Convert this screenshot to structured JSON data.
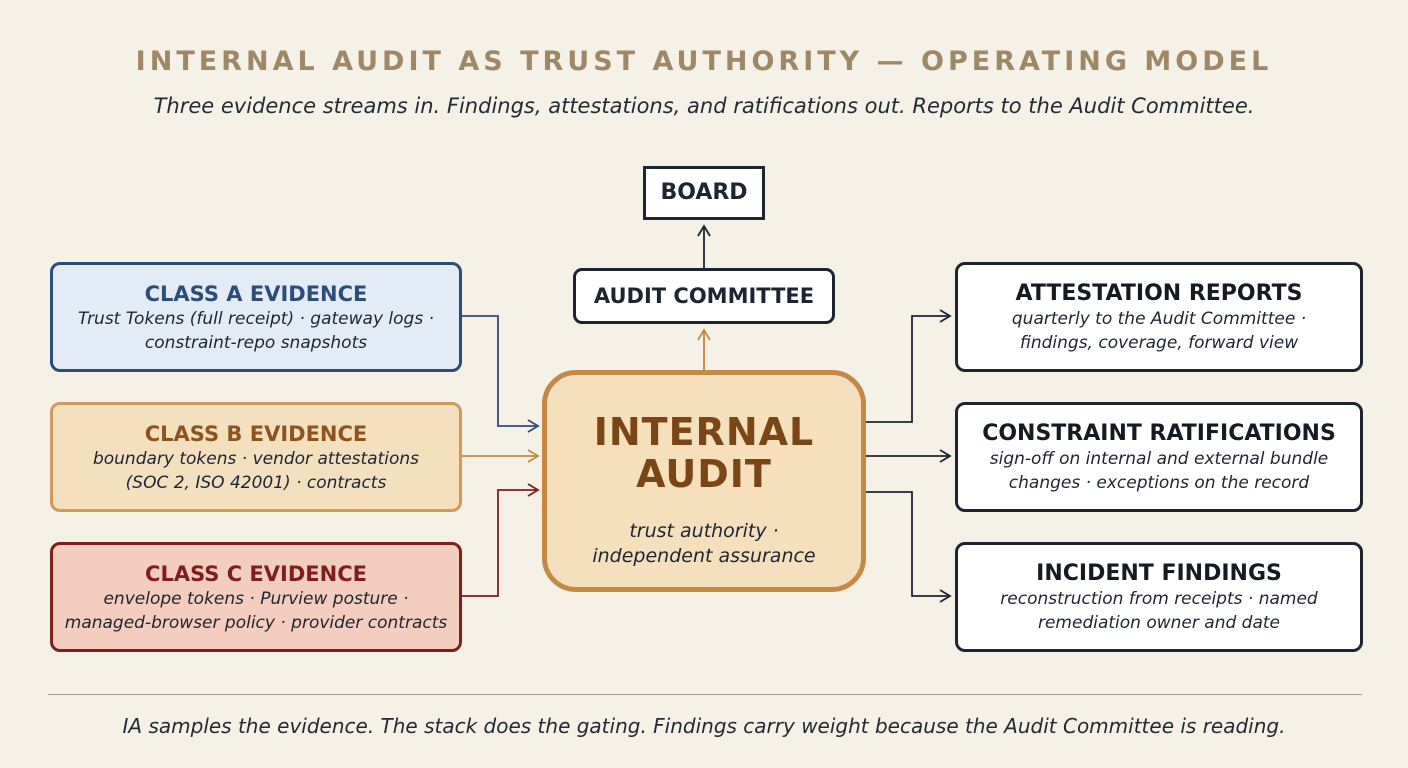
{
  "title": "INTERNAL AUDIT AS TRUST AUTHORITY — OPERATING MODEL",
  "subtitle": "Three evidence streams in. Findings, attestations, and ratifications out. Reports to the Audit Committee.",
  "board": "BOARD",
  "audit_committee": "AUDIT COMMITTEE",
  "center": {
    "line1": "INTERNAL",
    "line2": "AUDIT",
    "sub1": "trust authority ·",
    "sub2": "independent assurance"
  },
  "evidence": [
    {
      "title": "CLASS A EVIDENCE",
      "line1": "Trust Tokens (full receipt) · gateway logs ·",
      "line2": "constraint-repo snapshots",
      "color": "#2d4d79"
    },
    {
      "title": "CLASS B EVIDENCE",
      "line1": "boundary tokens · vendor attestations",
      "line2": "(SOC 2, ISO 42001) · contracts",
      "color": "#d09a58"
    },
    {
      "title": "CLASS C EVIDENCE",
      "line1": "envelope tokens · Purview posture ·",
      "line2": "managed-browser policy · provider contracts",
      "color": "#7e1f1c"
    }
  ],
  "outputs": [
    {
      "title": "ATTESTATION REPORTS",
      "line1": "quarterly to the Audit Committee ·",
      "line2": "findings, coverage, forward view"
    },
    {
      "title": "CONSTRAINT RATIFICATIONS",
      "line1": "sign-off on internal and external bundle",
      "line2": "changes · exceptions on the record"
    },
    {
      "title": "INCIDENT FINDINGS",
      "line1": "reconstruction from receipts · named",
      "line2": "remediation owner and date"
    }
  ],
  "footer": "IA samples the evidence. The stack does the gating. Findings carry weight because the Audit Committee is reading."
}
